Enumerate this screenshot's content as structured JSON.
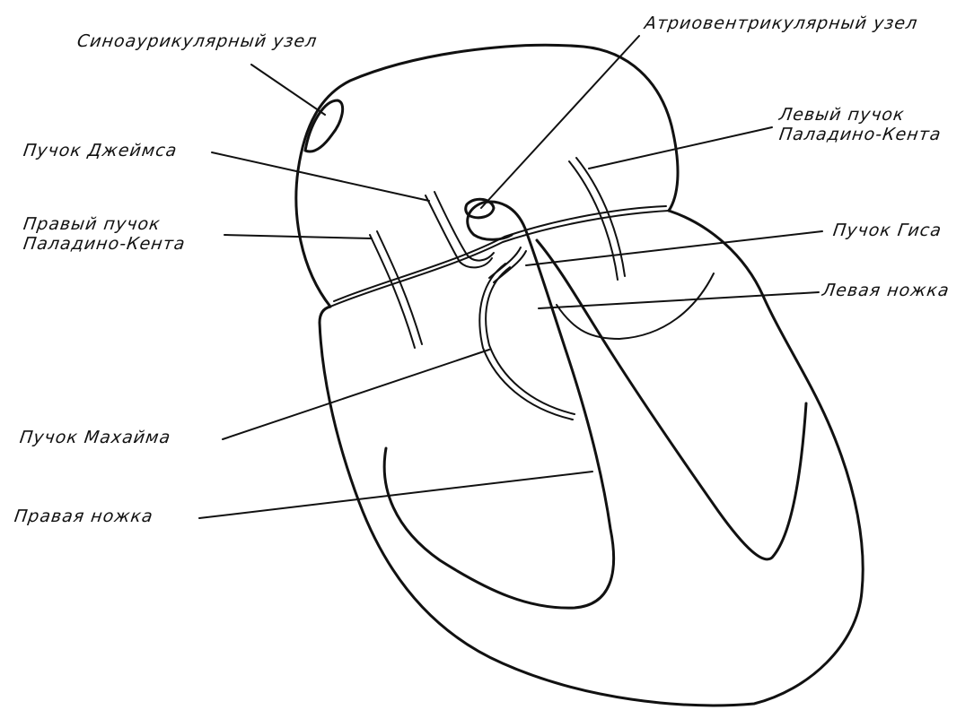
{
  "labels": {
    "sinoatrial_node": "Синоаурикулярный узел",
    "av_node": "Атриовентрикулярный узел",
    "james_bundle": "Пучок Джеймса",
    "left_kent_line1": "Левый пучок",
    "left_kent_line2": "Паладино-Кента",
    "right_kent_line1": "Правый пучок",
    "right_kent_line2": "Паладино-Кента",
    "his_bundle": "Пучок Гиса",
    "left_branch": "Левая ножка",
    "mahaim_bundle": "Пучок Махайма",
    "right_branch": "Правая ножка"
  }
}
